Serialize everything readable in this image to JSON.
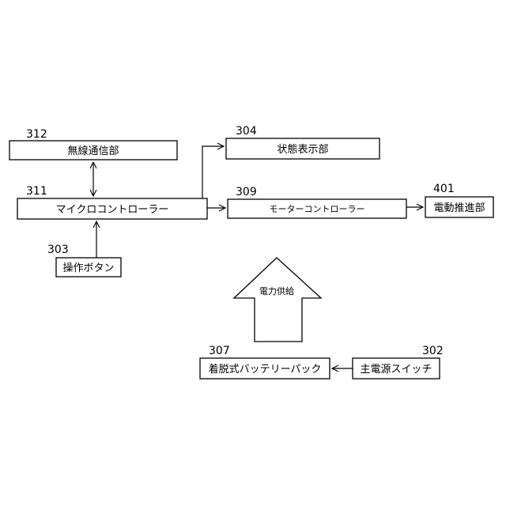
{
  "blocks": {
    "wireless": {
      "ref": "312",
      "label": "無線通信部"
    },
    "status_display": {
      "ref": "304",
      "label": "状態表示部"
    },
    "microcontroller": {
      "ref": "311",
      "label": "マイクロコントローラー"
    },
    "motor_controller": {
      "ref": "309",
      "label": "モーターコントローラー"
    },
    "propulsion": {
      "ref": "401",
      "label": "電動推進部"
    },
    "operation_button": {
      "ref": "303",
      "label": "操作ボタン"
    },
    "battery_pack": {
      "ref": "307",
      "label": "着脱式バッテリーパック"
    },
    "main_switch": {
      "ref": "302",
      "label": "主電源スイッチ"
    }
  },
  "power_arrow": {
    "label": "電力供給"
  }
}
